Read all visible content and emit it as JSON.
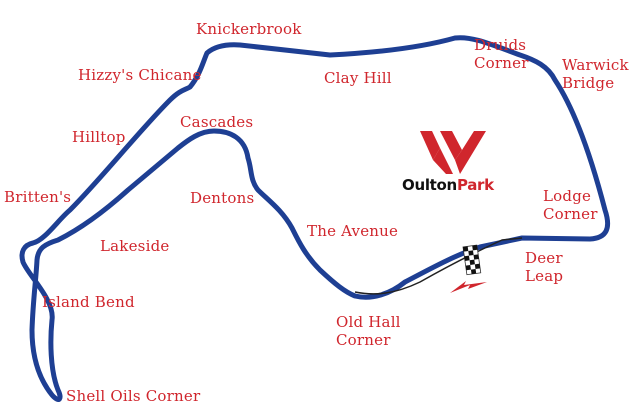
{
  "map": {
    "track_color": "#1e3f93",
    "label_color": "#d0262d",
    "corners": {
      "knickerbrook": "Knickerbrook",
      "hizzys_chicane": "Hizzy's Chicane",
      "clay_hill": "Clay Hill",
      "druids_corner": "Druids\nCorner",
      "warwick_bridge": "Warwick\nBridge",
      "hilltop": "Hilltop",
      "cascades": "Cascades",
      "brittens": "Britten's",
      "dentons": "Dentons",
      "lodge_corner": "Lodge\nCorner",
      "the_avenue": "The Avenue",
      "lakeside": "Lakeside",
      "deer_leap": "Deer\nLeap",
      "island_bend": "Island Bend",
      "old_hall_corner": "Old Hall\nCorner",
      "shell_oils_corner": "Shell Oils Corner"
    },
    "logo": {
      "name_part1": "Oulton",
      "name_part2": "Park"
    }
  }
}
